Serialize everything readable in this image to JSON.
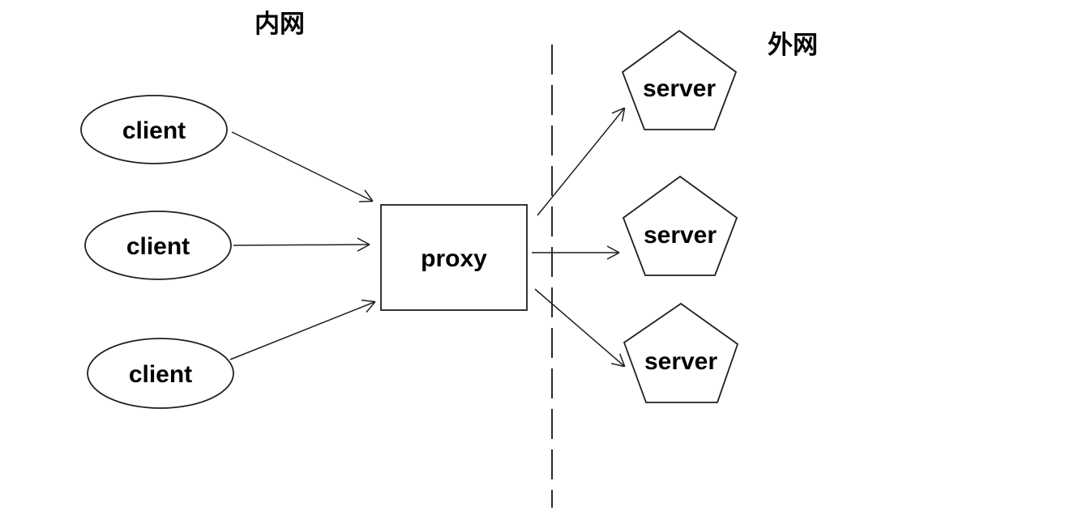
{
  "diagram": {
    "title_semantics": "proxy network diagram",
    "colors": {
      "background": "#ffffff",
      "stroke": "#1f1f1f",
      "text": "#000000"
    },
    "zones": {
      "intranet_label": "内网",
      "extranet_label": "外网"
    },
    "clients": [
      {
        "label": "client"
      },
      {
        "label": "client"
      },
      {
        "label": "client"
      }
    ],
    "proxy": {
      "label": "proxy"
    },
    "servers": [
      {
        "label": "server"
      },
      {
        "label": "server"
      },
      {
        "label": "server"
      }
    ]
  }
}
